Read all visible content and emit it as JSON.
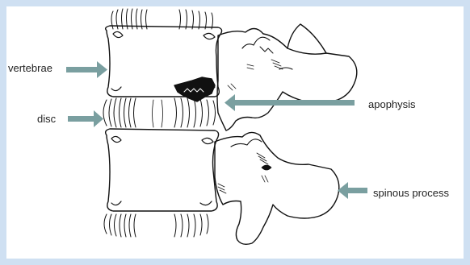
{
  "labels": {
    "vertebrae": "vertebrae",
    "disc": "disc",
    "apophysis": "apophysis",
    "spinous_process": "spinous process"
  },
  "colors": {
    "frame": "#cfe0f2",
    "arrow": "#7a9fa0",
    "ink": "#111111"
  }
}
